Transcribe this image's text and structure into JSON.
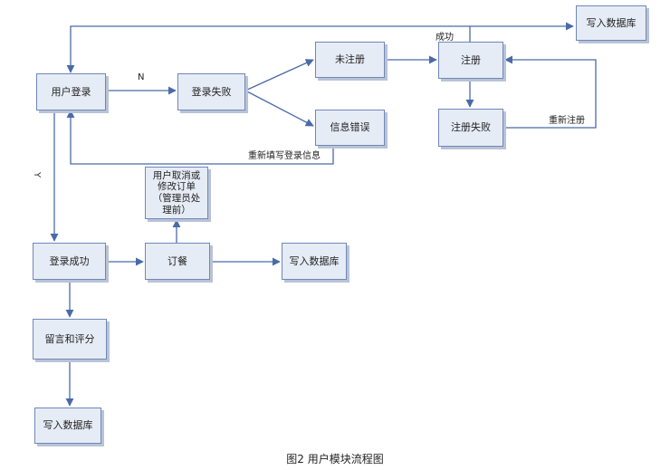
{
  "nodes": {
    "write_db_top": "写入数据库",
    "user_login": "用户登录",
    "login_fail": "登录失败",
    "not_registered": "未注册",
    "register": "注册",
    "info_error": "信息错误",
    "register_fail": "注册失败",
    "cancel_modify_order": "用户取消或\n修改订单\n（管理员处\n理前）",
    "login_success": "登录成功",
    "order": "订餐",
    "write_db_order": "写入数据库",
    "comment_rate": "留言和评分",
    "write_db_bottom": "写入数据库"
  },
  "edge_labels": {
    "success": "成功",
    "no": "N",
    "yes": "Y",
    "re_register": "重新注册",
    "refill_login": "重新填写登录信息"
  },
  "caption": "图2  用户模块流程图",
  "colors": {
    "box_fill": "#e6ecf6",
    "box_border": "#6f87b8",
    "arrow": "#4a6aa8"
  }
}
